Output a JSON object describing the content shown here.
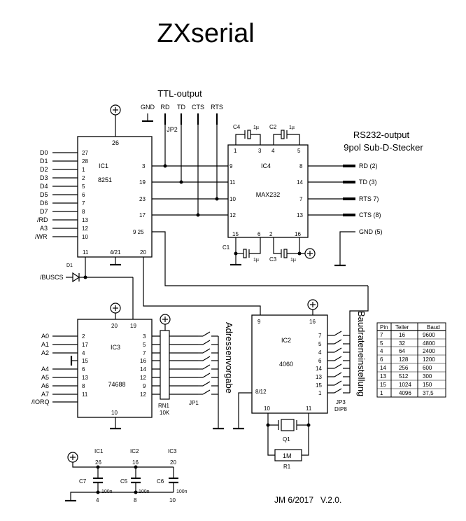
{
  "title": "ZXserial",
  "footer": "JM 6/2017   V.2.0.",
  "ttl": {
    "label": "TTL-output",
    "pins": [
      "GND",
      "RD",
      "TD",
      "CTS",
      "RTS"
    ],
    "jumper": "JP2"
  },
  "rs232": {
    "label1": "RS232-output",
    "label2": "9pol Sub-D-Stecker",
    "outputs": [
      "RD  (2)",
      "TD  (3)",
      "RTS  7)",
      "CTS  (8)",
      "GND (5)"
    ]
  },
  "ic1": {
    "name": "IC1",
    "part": "8251",
    "vcc_pin": "26",
    "left_signals": [
      "D0",
      "D1",
      "D2",
      "D3",
      "D4",
      "D5",
      "D6",
      "D7",
      "/RD",
      "A3",
      "/WR"
    ],
    "left_pins": [
      "27",
      "28",
      "1",
      "2",
      "5",
      "6",
      "7",
      "8",
      "13",
      "12",
      "10"
    ],
    "right_pins": [
      "3",
      "19",
      "23",
      "17",
      "9 25"
    ],
    "bottom_pins": [
      "11",
      "4/21",
      "20"
    ]
  },
  "ic4": {
    "name": "IC4",
    "part": "MAX232",
    "top_pins": [
      "1",
      "3",
      "4",
      "5"
    ],
    "left_pins": [
      "9",
      "11",
      "10",
      "12"
    ],
    "right_pins": [
      "8",
      "14",
      "7",
      "13"
    ],
    "bottom_pins": [
      "15",
      "6",
      "2",
      "16"
    ],
    "caps": [
      "C4",
      "1µ",
      "C2",
      "1µ",
      "C1",
      "1µ",
      "C3",
      "1µ"
    ]
  },
  "ic3": {
    "name": "IC3",
    "part": "74688",
    "left_signals": [
      "A0",
      "A1",
      "A2",
      "A4",
      "A5",
      "A6",
      "A7",
      "/IORQ"
    ],
    "left_pins": [
      "2",
      "17",
      "4",
      "15",
      "6",
      "13",
      "8",
      "11"
    ],
    "top_pins": [
      "20",
      "19"
    ],
    "right_pins": [
      "3",
      "5",
      "7",
      "16",
      "14",
      "12",
      "9",
      "12"
    ],
    "bottom_pin": "10"
  },
  "ic2": {
    "name": "IC2",
    "part": "4060",
    "pins": [
      "9",
      "16",
      "8/12",
      "10",
      "11"
    ],
    "right_pins": [
      "7",
      "5",
      "4",
      "6",
      "14",
      "13",
      "15",
      "1"
    ]
  },
  "busy": {
    "label": "/BUSCS",
    "diode": "D1"
  },
  "rn1": {
    "name": "RN1",
    "value": "10K"
  },
  "jp1": "JP1",
  "jp3": {
    "name": "JP3",
    "type": "DIP8"
  },
  "q1": "Q1",
  "r1": {
    "name": "R1",
    "value": "1M"
  },
  "adressen_label": "Adressenvorgabe",
  "baud_label": "Baudrateneinstellung",
  "baud_table": {
    "headers": [
      "Pin",
      "Teiler",
      "Baud"
    ],
    "rows": [
      [
        "7",
        "16",
        "9600"
      ],
      [
        "5",
        "32",
        "4800"
      ],
      [
        "4",
        "64",
        "2400"
      ],
      [
        "6",
        "128",
        "1200"
      ],
      [
        "14",
        "256",
        "600"
      ],
      [
        "13",
        "512",
        "300"
      ],
      [
        "15",
        "1024",
        "150"
      ],
      [
        "1",
        "4096",
        "37,5"
      ]
    ]
  },
  "decoupling": {
    "ics": [
      "IC1",
      "IC2",
      "IC3"
    ],
    "vcc_pins": [
      "26",
      "16",
      "20"
    ],
    "caps": [
      "C7",
      "C5",
      "C6"
    ],
    "values": [
      "100n",
      "100n",
      "100n"
    ],
    "gnd_pins": [
      "4",
      "8",
      "10"
    ]
  }
}
